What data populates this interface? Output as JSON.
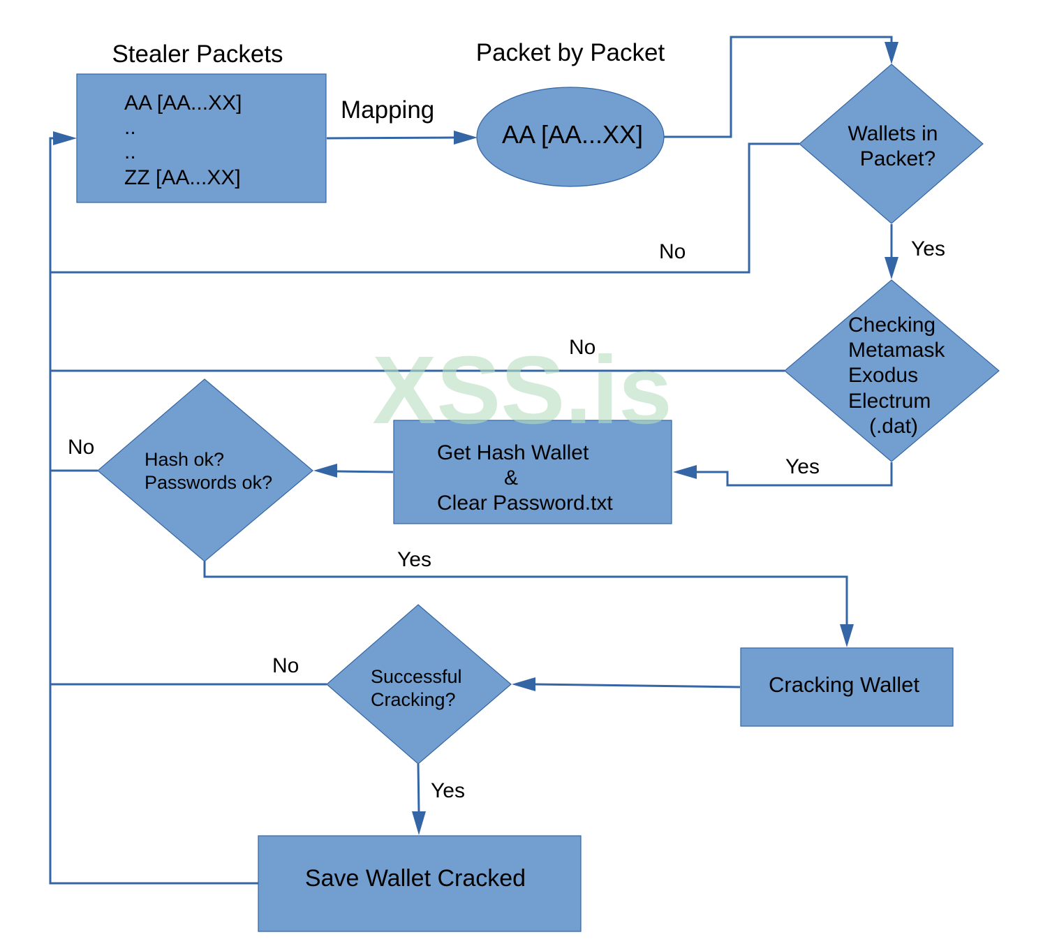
{
  "titles": {
    "stealer_packets": "Stealer Packets",
    "packet_by_packet": "Packet by Packet"
  },
  "nodes": {
    "stealer_box": {
      "line1": "AA [AA...XX]",
      "line2": "..",
      "line3": "..",
      "line4": "ZZ [AA...XX]"
    },
    "packet_ellipse": {
      "text": "AA [AA...XX]"
    },
    "wallets_decision": {
      "line1": "Wallets in",
      "line2": "Packet?"
    },
    "checking_decision": {
      "line1": "Checking",
      "line2": "Metamask",
      "line3": "Exodus",
      "line4": "Electrum",
      "line5": "(.dat)"
    },
    "get_hash_box": {
      "line1": "Get Hash Wallet",
      "line2": "&",
      "line3": "Clear Password.txt"
    },
    "hash_decision": {
      "line1": "Hash ok?",
      "line2": "Passwords ok?"
    },
    "cracking_box": {
      "text": "Cracking Wallet"
    },
    "success_decision": {
      "line1": "Successful",
      "line2": "Cracking?"
    },
    "save_box": {
      "text": "Save Wallet Cracked"
    }
  },
  "edges": {
    "mapping": "Mapping",
    "wallets_no": "No",
    "wallets_yes": "Yes",
    "checking_no": "No",
    "checking_yes": "Yes",
    "hash_no": "No",
    "hash_yes": "Yes",
    "success_no": "No",
    "success_yes": "Yes"
  },
  "watermark": "XSS.is",
  "colors": {
    "node_fill": "#729fcf",
    "node_stroke": "#3465a4",
    "edge": "#3465a4",
    "watermark": "#b7dfbf"
  }
}
